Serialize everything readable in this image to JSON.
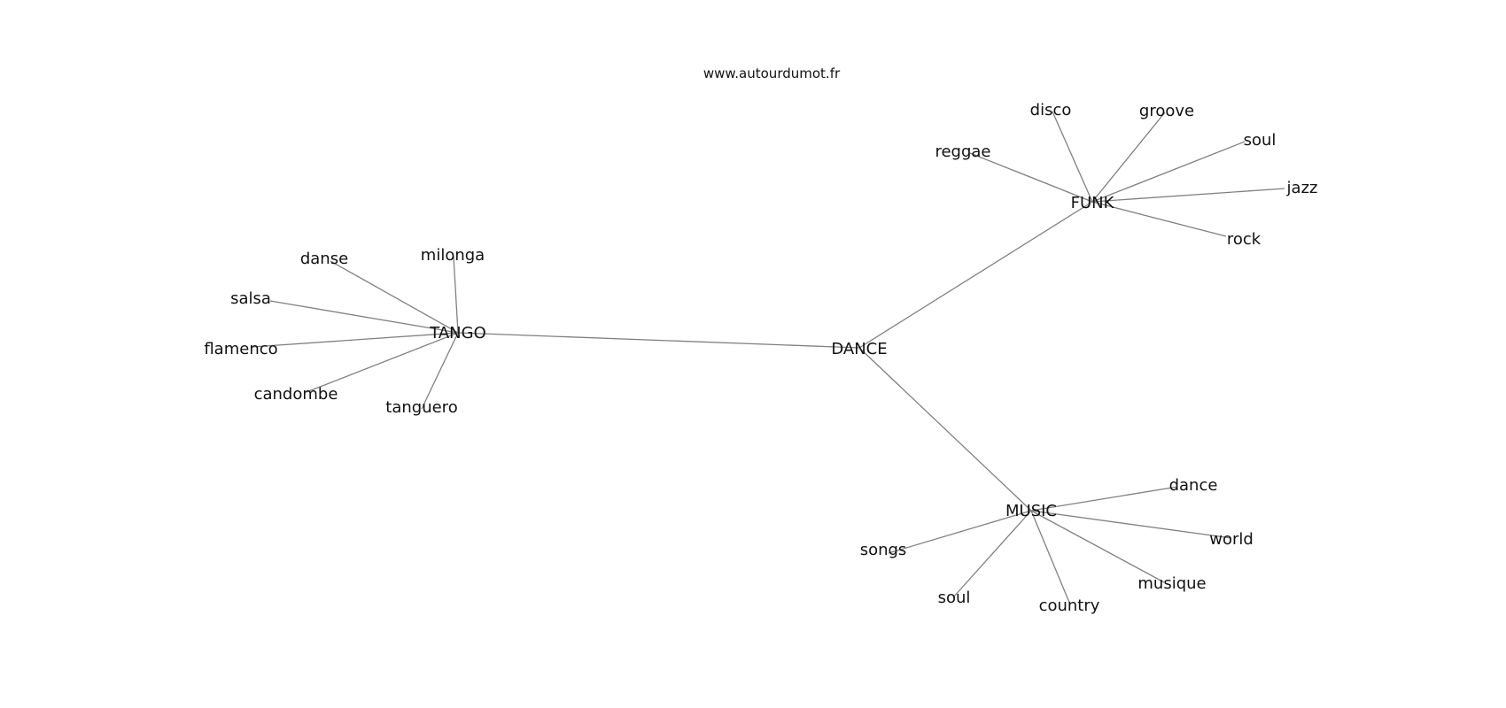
{
  "site": "www.autourdumot.fr",
  "hubs": [
    {
      "id": "dance_hub",
      "label": "DANCE"
    },
    {
      "id": "tango",
      "label": "TANGO"
    },
    {
      "id": "funk",
      "label": "FUNK"
    },
    {
      "id": "music",
      "label": "MUSIC"
    }
  ],
  "leaves": [
    {
      "id": "danse",
      "label": "danse",
      "parent": "tango"
    },
    {
      "id": "milonga",
      "label": "milonga",
      "parent": "tango"
    },
    {
      "id": "salsa",
      "label": "salsa",
      "parent": "tango"
    },
    {
      "id": "flamenco",
      "label": "flamenco",
      "parent": "tango"
    },
    {
      "id": "candombe",
      "label": "candombe",
      "parent": "tango"
    },
    {
      "id": "tanguero",
      "label": "tanguero",
      "parent": "tango"
    },
    {
      "id": "disco",
      "label": "disco",
      "parent": "funk"
    },
    {
      "id": "groove",
      "label": "groove",
      "parent": "funk"
    },
    {
      "id": "reggae",
      "label": "reggae",
      "parent": "funk"
    },
    {
      "id": "soul_funk",
      "label": "soul",
      "parent": "funk"
    },
    {
      "id": "jazz",
      "label": "jazz",
      "parent": "funk"
    },
    {
      "id": "rock",
      "label": "rock",
      "parent": "funk"
    },
    {
      "id": "dance_leaf",
      "label": "dance",
      "parent": "music"
    },
    {
      "id": "world",
      "label": "world",
      "parent": "music"
    },
    {
      "id": "songs",
      "label": "songs",
      "parent": "music"
    },
    {
      "id": "musique",
      "label": "musique",
      "parent": "music"
    },
    {
      "id": "soul_music",
      "label": "soul",
      "parent": "music"
    },
    {
      "id": "country",
      "label": "country",
      "parent": "music"
    }
  ],
  "hub_links": [
    {
      "from": "dance_hub",
      "to": "tango"
    },
    {
      "from": "dance_hub",
      "to": "funk"
    },
    {
      "from": "dance_hub",
      "to": "music"
    }
  ]
}
